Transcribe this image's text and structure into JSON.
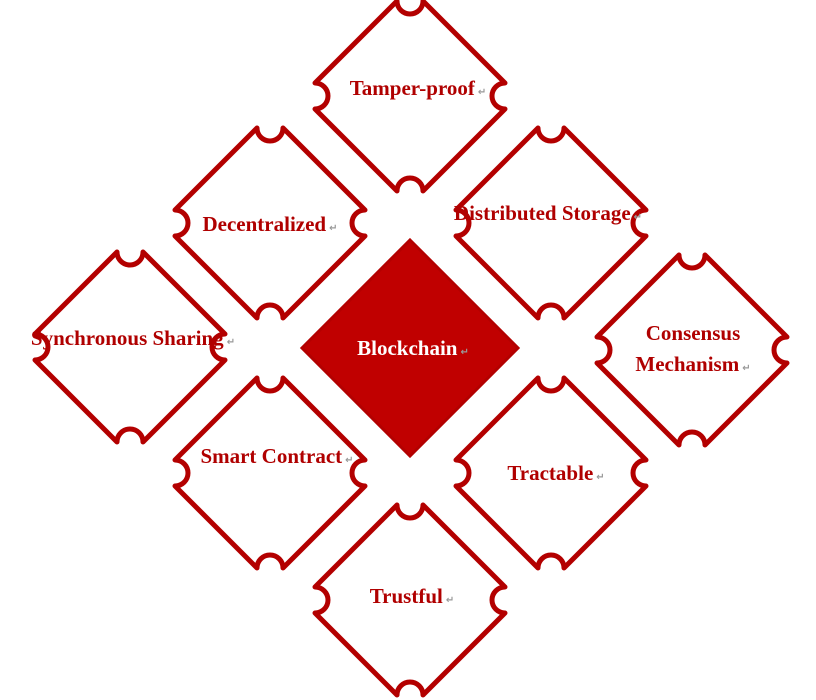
{
  "diagram": {
    "center": {
      "label": "Blockchain"
    },
    "nodes": [
      {
        "id": "tamper-proof",
        "lines": [
          "Tamper-proof"
        ]
      },
      {
        "id": "decentralized",
        "lines": [
          "Decentralized"
        ]
      },
      {
        "id": "distributed-storage",
        "lines": [
          "Distributed Storage"
        ]
      },
      {
        "id": "synchronous-sharing",
        "lines": [
          "Synchronous Sharing"
        ]
      },
      {
        "id": "consensus-mechanism",
        "lines": [
          "Consensus",
          "Mechanism"
        ]
      },
      {
        "id": "smart-contract",
        "lines": [
          "Smart Contract"
        ]
      },
      {
        "id": "tractable",
        "lines": [
          "Tractable"
        ]
      },
      {
        "id": "trustful",
        "lines": [
          "Trustful"
        ]
      }
    ],
    "return_mark": "↵",
    "colors": {
      "primary": "#c00000",
      "stroke": "#b30000",
      "text": "#b00000"
    }
  }
}
